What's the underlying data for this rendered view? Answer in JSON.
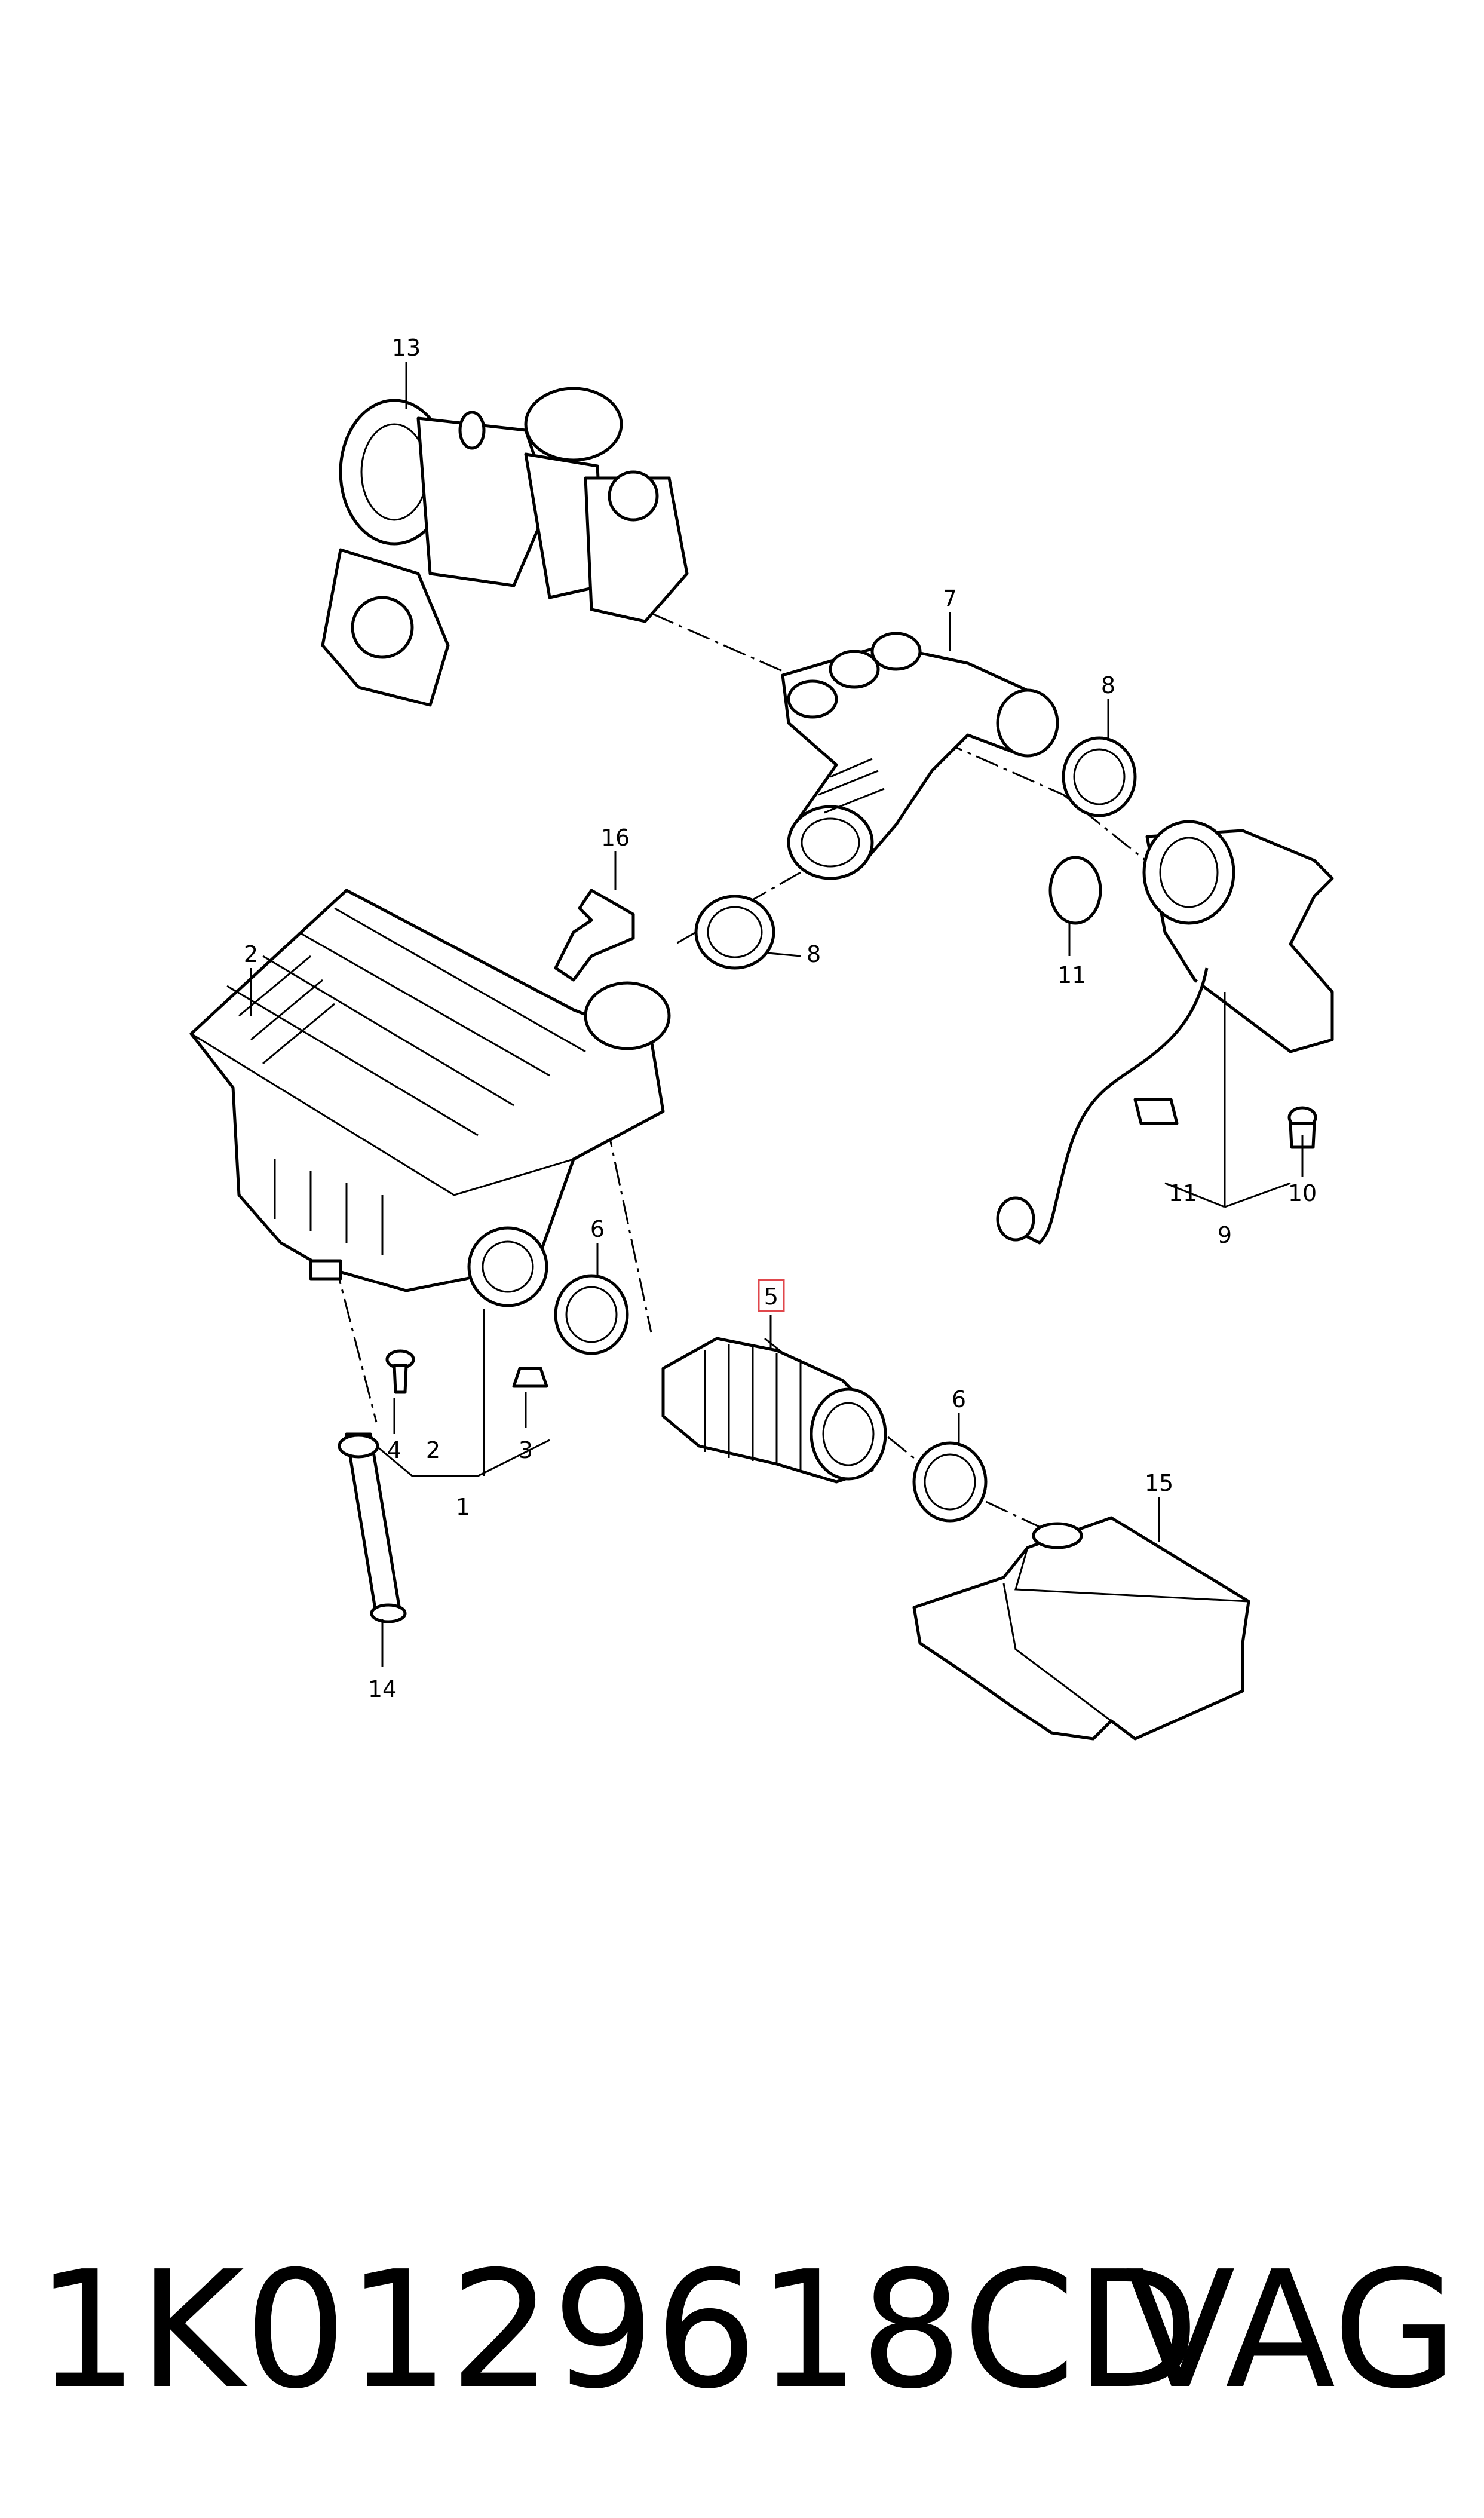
{
  "callouts": {
    "c1": "1",
    "c2a": "2",
    "c2b": "2",
    "c3": "3",
    "c4": "4",
    "c5": "5",
    "c6a": "6",
    "c6b": "6",
    "c7": "7",
    "c8a": "8",
    "c8b": "8",
    "c9": "9",
    "c10": "10",
    "c11a": "11",
    "c11b": "11",
    "c13": "13",
    "c14": "14",
    "c15": "15",
    "c16": "16"
  },
  "highlight_color": "#e0474c",
  "caption": {
    "part_number": "1K0129618CD",
    "brand": "VAG"
  }
}
